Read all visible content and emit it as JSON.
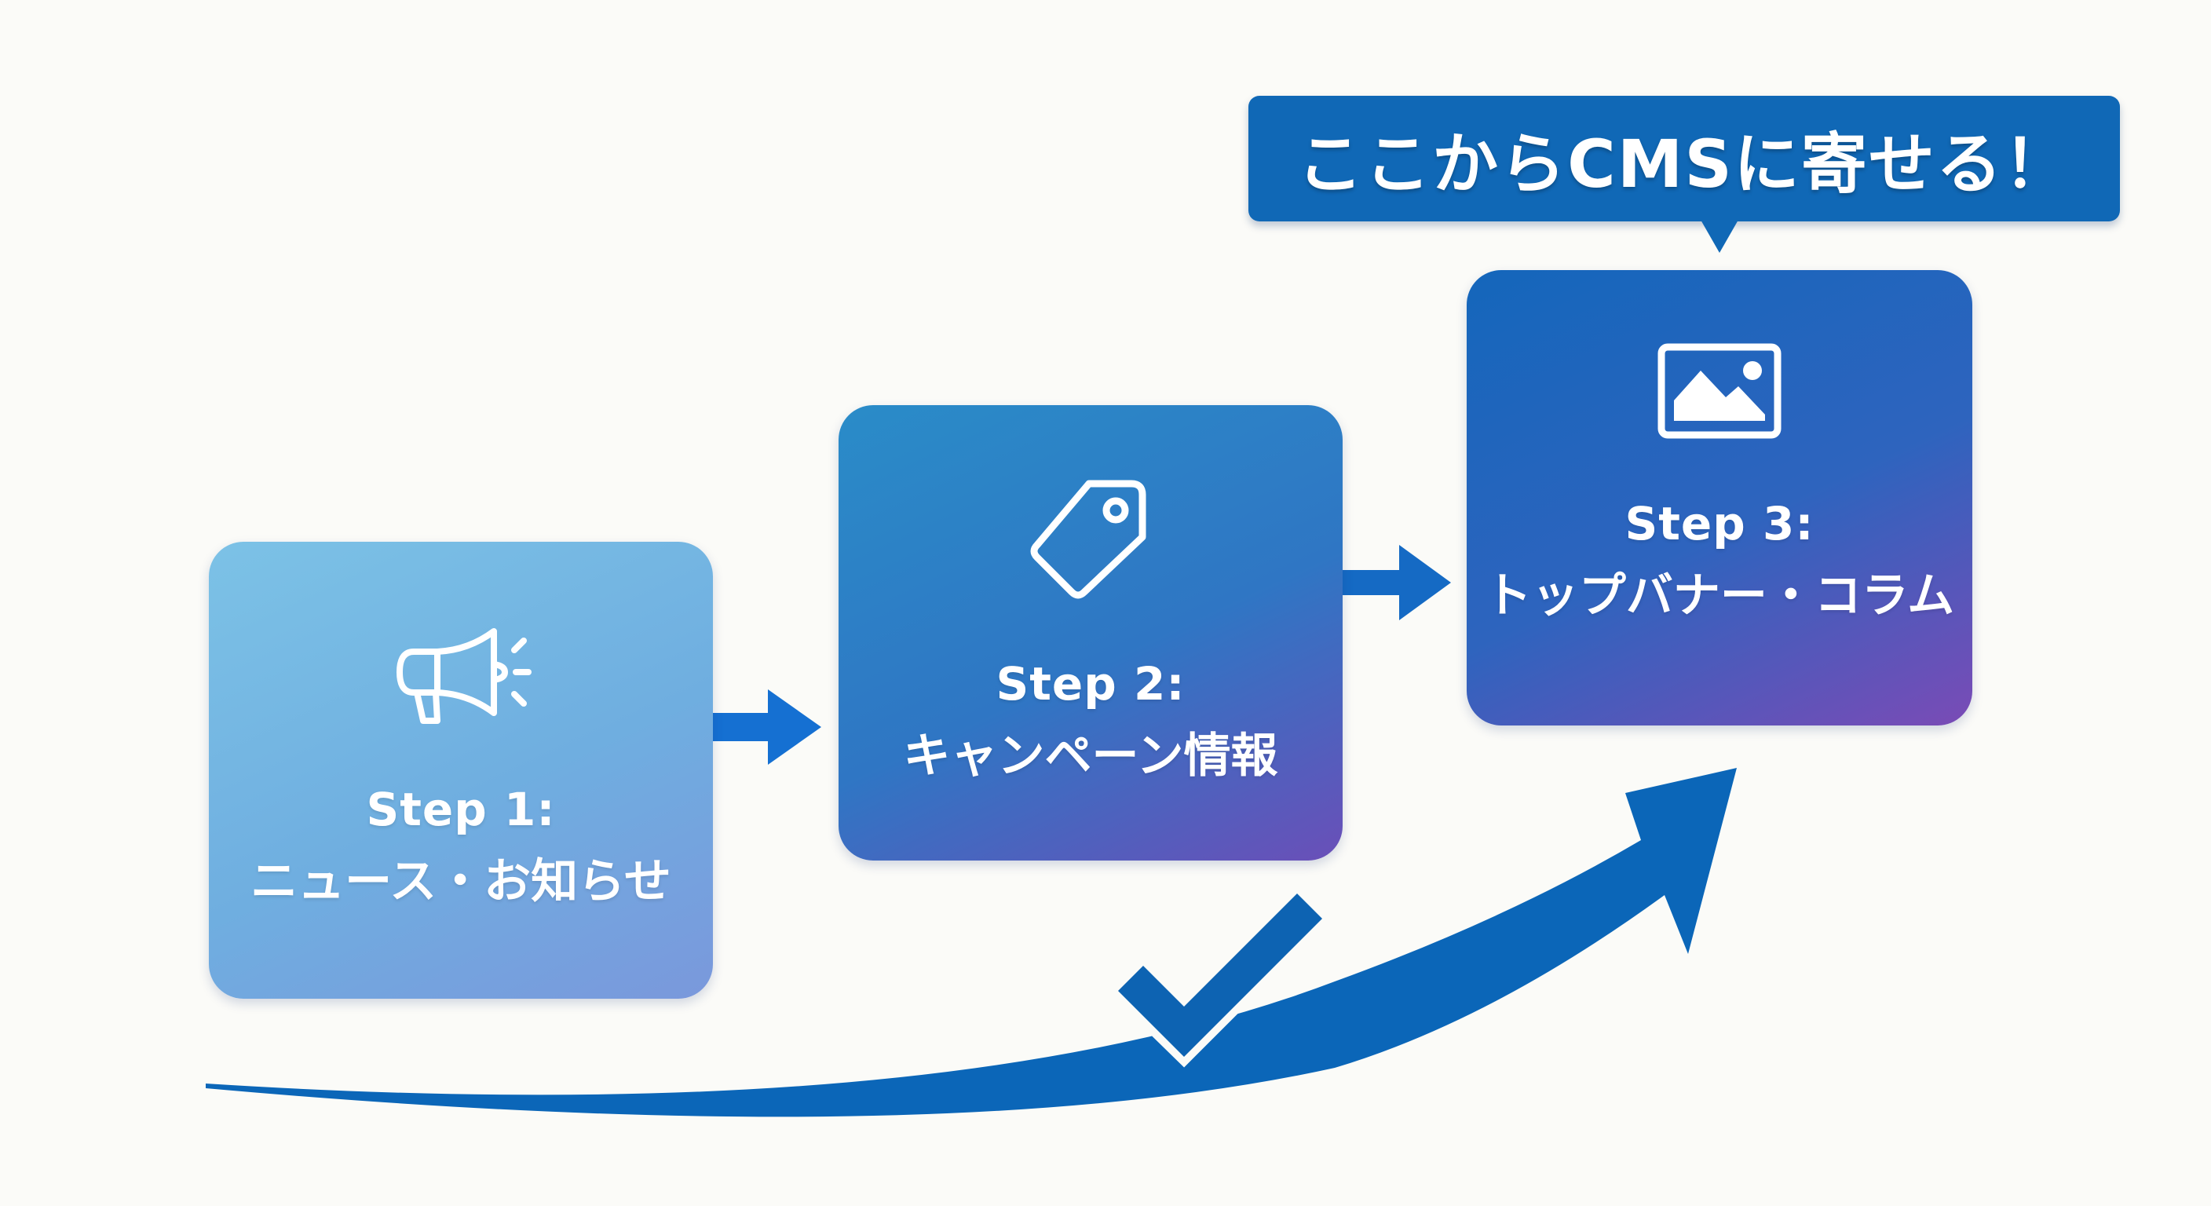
{
  "callout": {
    "text": "ここからCMSに寄せる！",
    "color": "#1068b6"
  },
  "steps": [
    {
      "label": "Step 1:",
      "title": "ニュース・お知らせ",
      "icon": "megaphone-icon"
    },
    {
      "label": "Step 2:",
      "title": "キャンペーン情報",
      "icon": "price-tag-icon"
    },
    {
      "label": "Step 3:",
      "title": "トップバナー・コラム",
      "icon": "image-icon"
    }
  ],
  "connectors": {
    "arrow_color": "#1570d2",
    "growth_arrow_color": "#0b66b8",
    "checkmark_icon": "checkmark-icon"
  }
}
